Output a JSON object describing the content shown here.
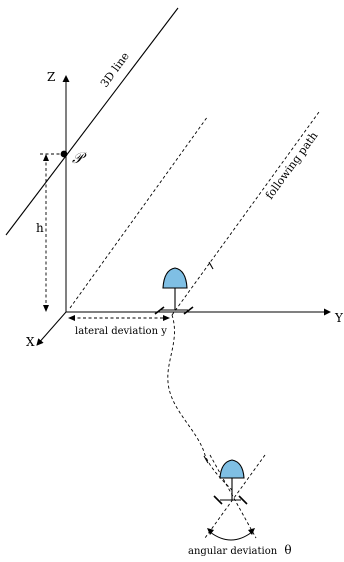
{
  "labels": {
    "line3d": "3D line",
    "following_path": "following path",
    "axis_z": "Z",
    "axis_y": "Y",
    "axis_x": "X",
    "point": "𝒫",
    "height": "h",
    "lateral_deviation": "lateral deviation y",
    "angular_deviation": "angular deviation",
    "theta": "θ"
  },
  "colors": {
    "robot_fill": "#7fbfe4",
    "stroke": "#000000"
  }
}
